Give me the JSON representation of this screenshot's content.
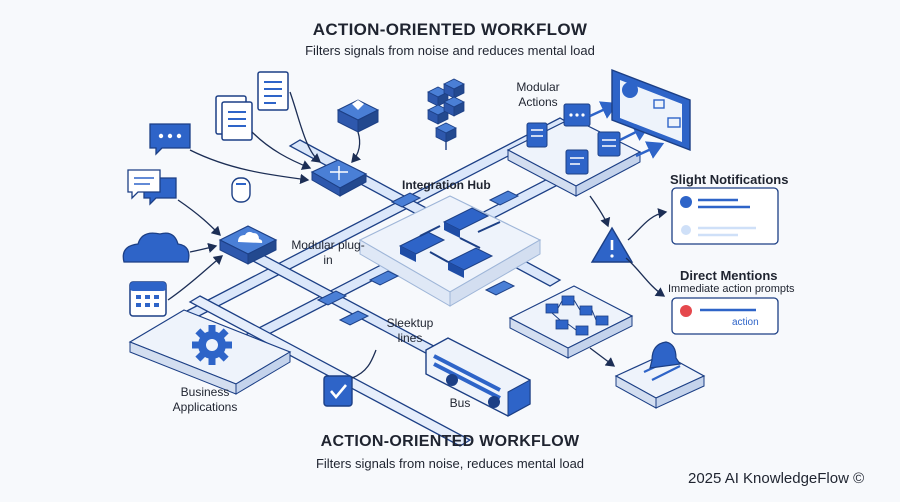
{
  "header": {
    "title": "ACTION-ORIENTED WORKFLOW",
    "subtitle": "Filters signals from noise and reduces mental load"
  },
  "footer": {
    "title": "ACTION-ORIENTED WORKFLOW",
    "subtitle": "Filters signals from noise, reduces mental load",
    "copyright": "2025 AI KnowledgeFlow ©"
  },
  "labels": {
    "integration_hub": "Integration Hub",
    "modular_plugin": "Modular plug-in",
    "modular_actions": "Modular Actions",
    "sleektup_lines": "Sleektup lines",
    "business_applications": "Business Applications",
    "bus": "Bus"
  },
  "notifications": {
    "slight_title": "Slight Notifications",
    "direct_title": "Direct Mentions",
    "direct_subtitle": "Immediate action prompts",
    "action_text": "action"
  },
  "colors": {
    "primary": "#2e64c8",
    "light_blue": "#cfe0f8",
    "outline": "#1c3f85",
    "alert_red": "#e5484d",
    "background": "#f7f9fc"
  },
  "icons": [
    "document-icon",
    "chat-icon",
    "cloud-icon",
    "calendar-icon",
    "gear-icon",
    "bell-icon",
    "warning-icon",
    "checkbox-icon",
    "bus-icon",
    "cube-cluster-icon",
    "database-icon"
  ]
}
